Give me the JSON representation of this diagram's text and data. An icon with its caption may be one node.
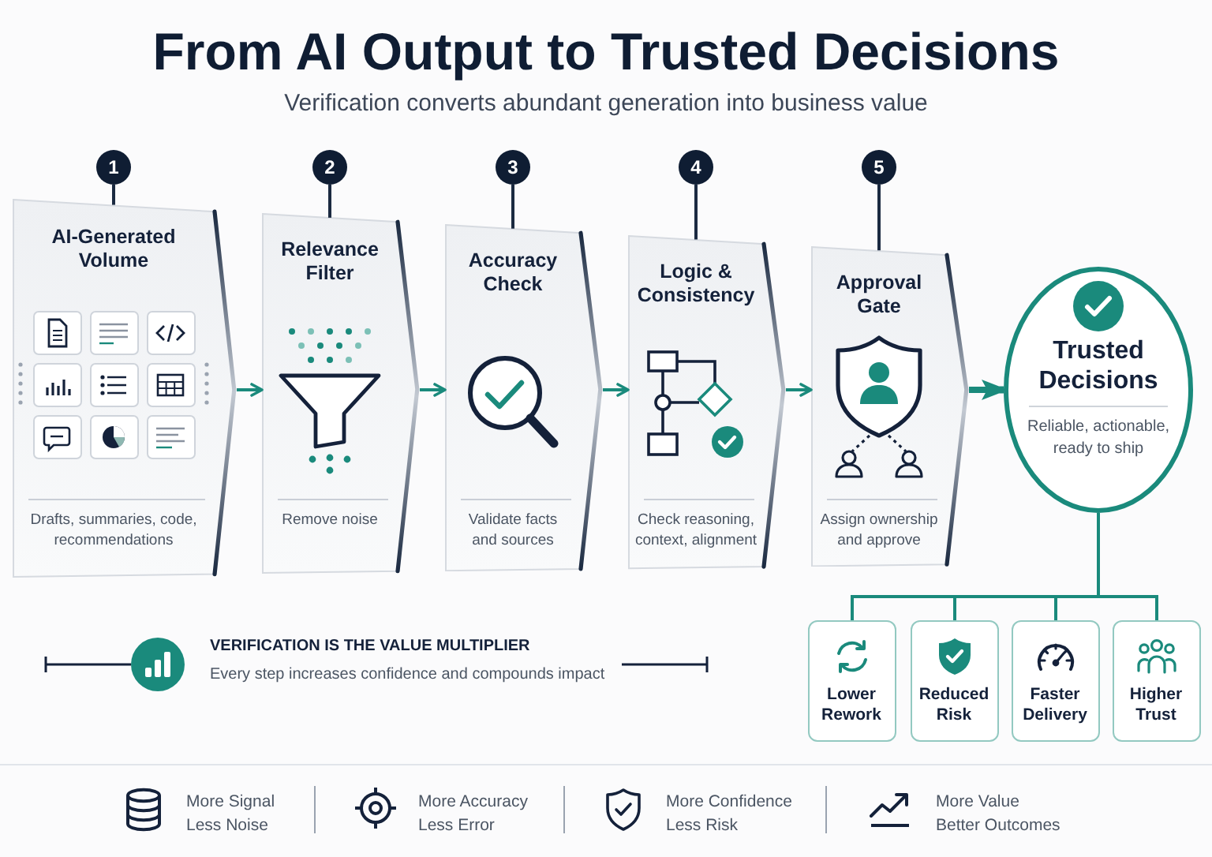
{
  "diagram": {
    "title": "From AI Output to Trusted Decisions",
    "nodes": [
      {
        "text": [
          "1"
        ]
      },
      {
        "text": [
          "AI-Generated Volume",
          "Drafts, summaries, code, recommendations"
        ]
      },
      {
        "text": [
          "2"
        ]
      },
      {
        "text": [
          "Relevance Filter",
          "Remove noise"
        ]
      },
      {
        "text": [
          "3"
        ]
      },
      {
        "text": [
          "Accuracy Check",
          "Validate facts and sources"
        ]
      },
      {
        "text": [
          "4"
        ]
      },
      {
        "text": [
          "Logic & Consistency",
          "Check reasoning, context, alignment"
        ]
      },
      {
        "text": [
          "5"
        ]
      },
      {
        "text": [
          "Approval Gate",
          "Assign ownership and approve"
        ]
      },
      {
        "text": [
          "Trusted Decisions",
          "Reliable, actionable, ready to ship"
        ]
      },
      {
        "text": [
          "Lower Rework"
        ]
      },
      {
        "text": [
          "Reduced Risk"
        ]
      },
      {
        "text": [
          "Faster Delivery"
        ]
      },
      {
        "text": [
          "Higher Trust"
        ]
      }
    ],
    "edges": [
      {
        "from": 0,
        "to": 1,
        "arrow": "none",
        "color": "#1b2a41"
      },
      {
        "from": 2,
        "to": 3,
        "arrow": "none",
        "color": "#1b2a41"
      },
      {
        "from": 4,
        "to": 5,
        "arrow": "none",
        "color": "#1b2a41"
      },
      {
        "from": 6,
        "to": 7,
        "arrow": "none",
        "color": "#1b2a41"
      },
      {
        "from": 8,
        "to": 9,
        "arrow": "none",
        "color": "#1b2a41"
      },
      {
        "from": 1,
        "to": 3,
        "arrow": "to"
      },
      {
        "from": 3,
        "to": 5,
        "arrow": "to"
      },
      {
        "from": 5,
        "to": 7,
        "arrow": "to"
      },
      {
        "from": 7,
        "to": 9,
        "arrow": "to"
      },
      {
        "from": 9,
        "to": 10,
        "arrow": "to",
        "style": "thick"
      },
      {
        "from": 10,
        "to": 11,
        "arrow": "none"
      },
      {
        "from": 10,
        "to": 12,
        "arrow": "none"
      },
      {
        "from": 10,
        "to": 13,
        "arrow": "none"
      },
      {
        "from": 10,
        "to": 14,
        "arrow": "none"
      }
    ],
    "labels": [
      "Verification converts abundant generation into business value",
      "VERIFICATION IS THE VALUE MULTIPLIER",
      "Every step increases confidence and compounds impact",
      "More Signal Less Noise",
      "More Accuracy Less Error",
      "More Confidence Less Risk",
      "More Value Better Outcomes"
    ]
  }
}
